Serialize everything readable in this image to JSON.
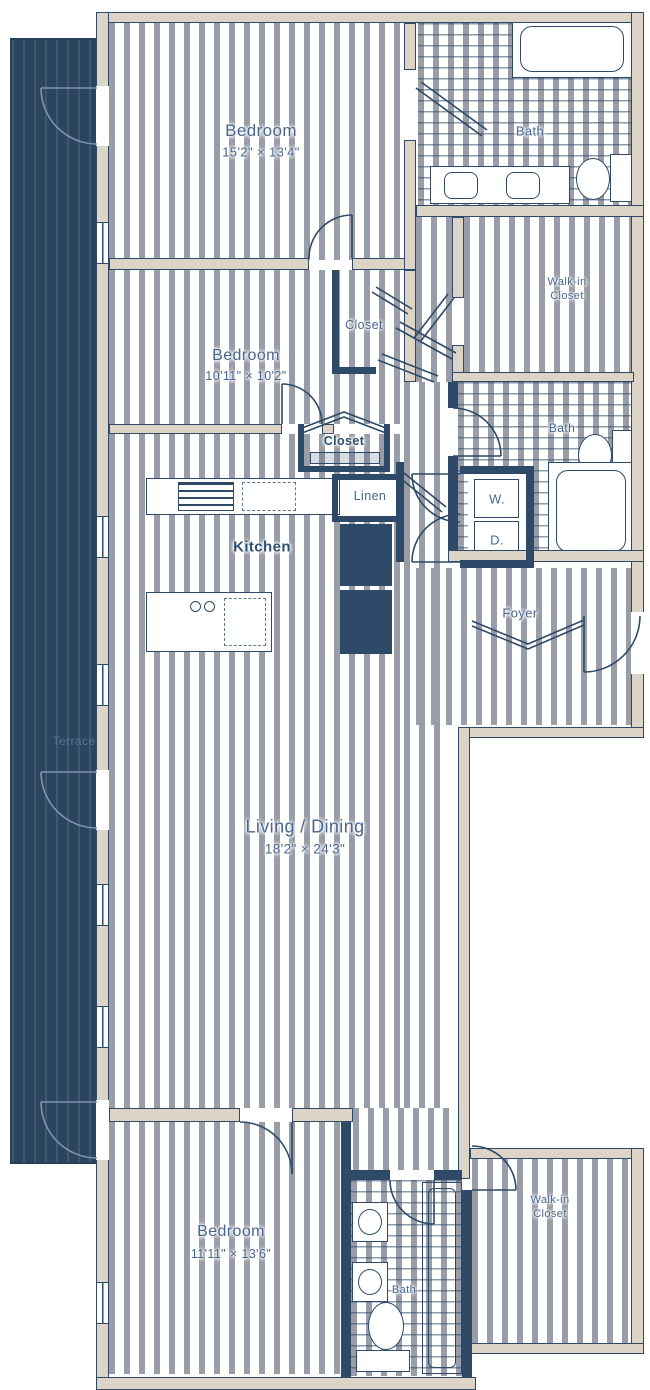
{
  "title": "Residential unit floor plan",
  "colors": {
    "line_navy": "#2e4a68",
    "wall_fill_tan": "#dcd4c6",
    "floor_hatch_gray": "#989da7",
    "terrace_navy": "#2b4560",
    "label_blue": "#4a668c"
  },
  "rooms": {
    "bedroom1": {
      "name": "Bedroom",
      "dims": "15'2\" × 13'4\""
    },
    "bedroom2": {
      "name": "Bedroom",
      "dims": "10'11\" × 10'2\""
    },
    "bedroom3": {
      "name": "Bedroom",
      "dims": "11'11\" × 13'6\""
    },
    "living_dining": {
      "name": "Living / Dining",
      "dims": "18'2\" × 24'3\""
    },
    "kitchen": {
      "name": "Kitchen"
    },
    "foyer": {
      "name": "Foyer"
    },
    "terrace": {
      "name": "Terrace"
    },
    "bath_top": {
      "name": "Bath"
    },
    "bath_mid": {
      "name": "Bath"
    },
    "bath_bottom": {
      "name": "Bath"
    },
    "walkin_closet_top": {
      "line1": "Walk-in",
      "line2": "Closet"
    },
    "walkin_closet_bottom": {
      "line1": "Walk-in",
      "line2": "Closet"
    },
    "closet_bedroom2": {
      "name": "Closet"
    },
    "closet_hall": {
      "name": "Closet"
    },
    "linen": {
      "name": "Linen"
    },
    "washer": {
      "label": "W."
    },
    "dryer": {
      "label": "D."
    }
  }
}
